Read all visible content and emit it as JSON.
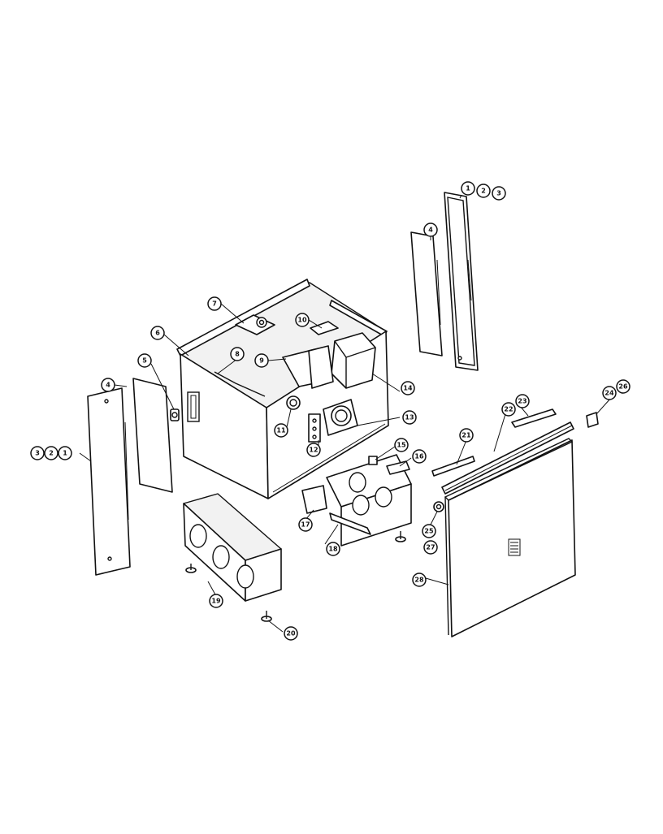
{
  "callouts": {
    "c1a": "1",
    "c2a": "2",
    "c3a": "3",
    "c4a": "4",
    "c1b": "1",
    "c2b": "2",
    "c3b": "3",
    "c4b": "4",
    "c5": "5",
    "c6": "6",
    "c7": "7",
    "c8": "8",
    "c9": "9",
    "c10": "10",
    "c11": "11",
    "c12": "12",
    "c13": "13",
    "c14": "14",
    "c15": "15",
    "c16": "16",
    "c17": "17",
    "c18": "18",
    "c19": "19",
    "c20": "20",
    "c21": "21",
    "c22": "22",
    "c23": "23",
    "c24": "24",
    "c25": "25",
    "c26": "26",
    "c27": "27",
    "c28": "28"
  }
}
